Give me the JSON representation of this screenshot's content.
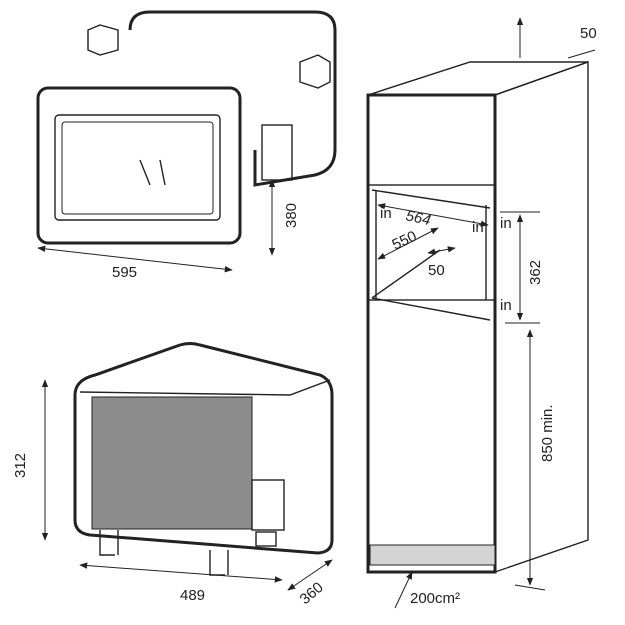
{
  "labels": {
    "top_depth": "50",
    "frame_width": "595",
    "frame_height": "380",
    "opening_width": "564",
    "opening_depth": "550",
    "rear_gap": "50",
    "in_1": "in",
    "in_2": "in",
    "in_3": "in",
    "in_4": "in",
    "opening_height": "362",
    "floor_height": "850 min.",
    "mw_height": "312",
    "mw_width": "489",
    "mw_depth": "360",
    "vent_area": "200cm²"
  },
  "colors": {
    "line": "#222222",
    "door": "#8c8c8c",
    "plinth": "#d4d4d4",
    "body": "#f2f2f2"
  }
}
